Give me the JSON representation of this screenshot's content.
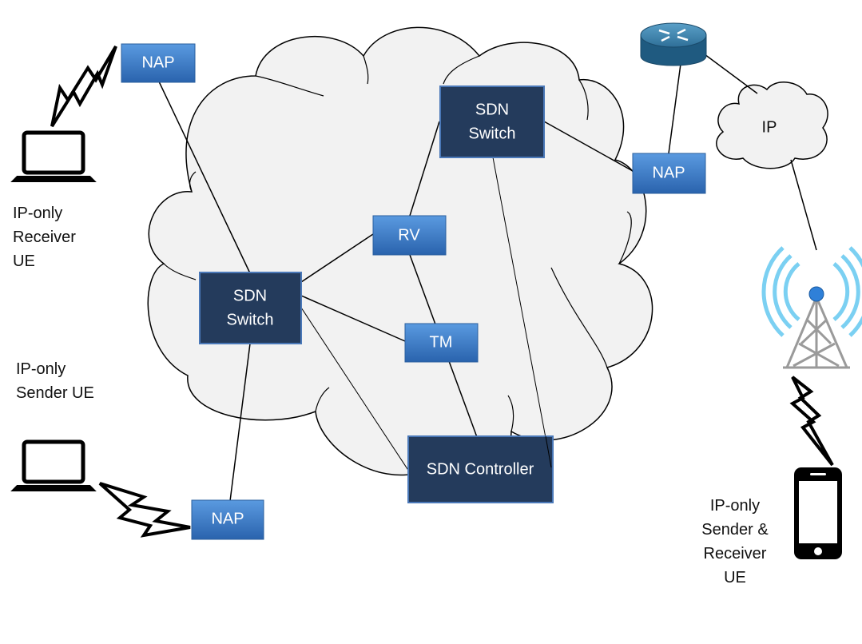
{
  "colors": {
    "nap_fill_top": "#4f8fd8",
    "nap_fill_bottom": "#2e6bb8",
    "switch_fill": "#243b5c",
    "switch_border": "#4a78b8",
    "cloud_fill": "#f2f2f2",
    "line": "#000000"
  },
  "nodes": {
    "nap_top_left": "NAP",
    "nap_right": "NAP",
    "nap_bottom": "NAP",
    "sdn_switch_top": [
      "SDN",
      "Switch"
    ],
    "sdn_switch_left": [
      "SDN",
      "Switch"
    ],
    "rv": "RV",
    "tm": "TM",
    "sdn_controller": "SDN Controller",
    "ip_cloud": "IP"
  },
  "labels": {
    "receiver_ue": "IP-only\nReceiver\nUE",
    "sender_ue": "IP-only\nSender UE",
    "sender_receiver_ue": "IP-only\nSender &\nReceiver\nUE"
  },
  "icons": [
    "laptop-icon",
    "laptop-icon",
    "router-icon",
    "radio-tower-icon",
    "smartphone-icon",
    "lightning-bolt-icon"
  ]
}
